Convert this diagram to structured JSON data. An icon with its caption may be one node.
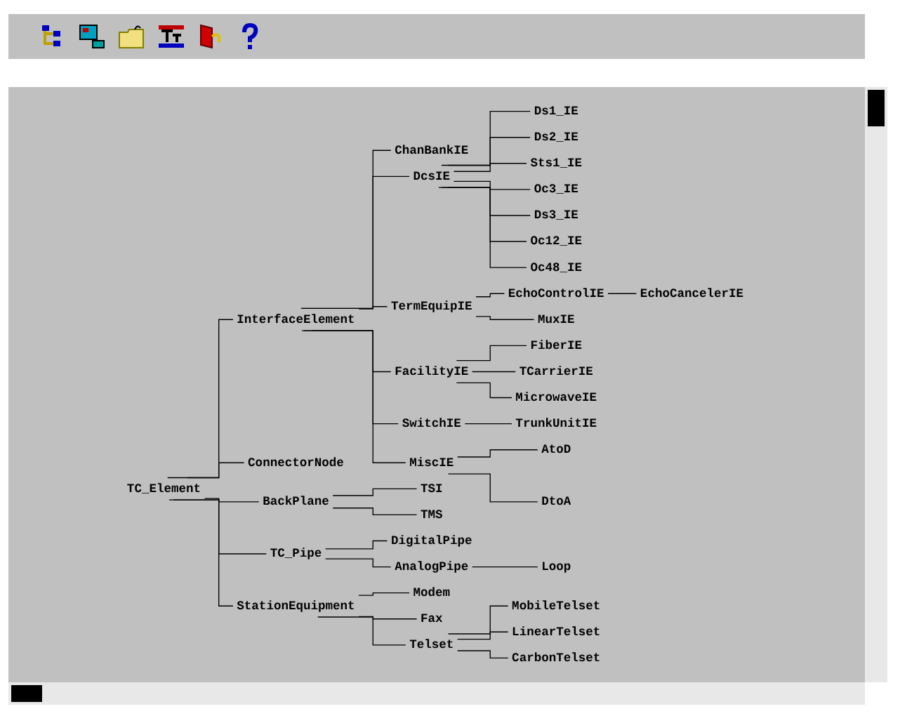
{
  "diagram": {
    "nodes": [
      {
        "text": [
          "TC_Element"
        ]
      },
      {
        "text": [
          "InterfaceElement"
        ]
      },
      {
        "text": [
          "ChanBankIE"
        ]
      },
      {
        "text": [
          "DcsIE"
        ]
      },
      {
        "text": [
          "Ds1_IE"
        ]
      },
      {
        "text": [
          "Ds2_IE"
        ]
      },
      {
        "text": [
          "Sts1_IE"
        ]
      },
      {
        "text": [
          "Oc3_IE"
        ]
      },
      {
        "text": [
          "Ds3_IE"
        ]
      },
      {
        "text": [
          "Oc12_IE"
        ]
      },
      {
        "text": [
          "Oc48_IE"
        ]
      },
      {
        "text": [
          "TermEquipIE"
        ]
      },
      {
        "text": [
          "EchoControlIE"
        ]
      },
      {
        "text": [
          "EchoCancelerIE"
        ]
      },
      {
        "text": [
          "MuxIE"
        ]
      },
      {
        "text": [
          "FacilityIE"
        ]
      },
      {
        "text": [
          "FiberIE"
        ]
      },
      {
        "text": [
          "TCarrierIE"
        ]
      },
      {
        "text": [
          "MicrowaveIE"
        ]
      },
      {
        "text": [
          "SwitchIE"
        ]
      },
      {
        "text": [
          "TrunkUnitIE"
        ]
      },
      {
        "text": [
          "MiscIE"
        ]
      },
      {
        "text": [
          "AtoD"
        ]
      },
      {
        "text": [
          "DtoA"
        ]
      },
      {
        "text": [
          "ConnectorNode"
        ]
      },
      {
        "text": [
          "BackPlane"
        ]
      },
      {
        "text": [
          "TSI"
        ]
      },
      {
        "text": [
          "TMS"
        ]
      },
      {
        "text": [
          "TC_Pipe"
        ]
      },
      {
        "text": [
          "DigitalPipe"
        ]
      },
      {
        "text": [
          "AnalogPipe"
        ]
      },
      {
        "text": [
          "Loop"
        ]
      },
      {
        "text": [
          "StationEquipment"
        ]
      },
      {
        "text": [
          "Modem"
        ]
      },
      {
        "text": [
          "Fax"
        ]
      },
      {
        "text": [
          "Telset"
        ]
      },
      {
        "text": [
          "MobileTelset"
        ]
      },
      {
        "text": [
          "LinearTelset"
        ]
      },
      {
        "text": [
          "CarbonTelset"
        ]
      }
    ],
    "edges": [
      {
        "from": 0,
        "to": 1,
        "arrow": "none"
      },
      {
        "from": 1,
        "to": 2,
        "arrow": "none"
      },
      {
        "from": 1,
        "to": 3,
        "arrow": "none"
      },
      {
        "from": 3,
        "to": 4,
        "arrow": "none"
      },
      {
        "from": 3,
        "to": 5,
        "arrow": "none"
      },
      {
        "from": 3,
        "to": 6,
        "arrow": "none"
      },
      {
        "from": 3,
        "to": 7,
        "arrow": "none"
      },
      {
        "from": 3,
        "to": 8,
        "arrow": "none"
      },
      {
        "from": 3,
        "to": 9,
        "arrow": "none"
      },
      {
        "from": 3,
        "to": 10,
        "arrow": "none"
      },
      {
        "from": 1,
        "to": 11,
        "arrow": "none"
      },
      {
        "from": 11,
        "to": 12,
        "arrow": "none"
      },
      {
        "from": 12,
        "to": 13,
        "arrow": "none"
      },
      {
        "from": 11,
        "to": 14,
        "arrow": "none"
      },
      {
        "from": 1,
        "to": 15,
        "arrow": "none"
      },
      {
        "from": 15,
        "to": 16,
        "arrow": "none"
      },
      {
        "from": 15,
        "to": 17,
        "arrow": "none"
      },
      {
        "from": 15,
        "to": 18,
        "arrow": "none"
      },
      {
        "from": 1,
        "to": 19,
        "arrow": "none"
      },
      {
        "from": 19,
        "to": 20,
        "arrow": "none"
      },
      {
        "from": 1,
        "to": 21,
        "arrow": "none"
      },
      {
        "from": 21,
        "to": 22,
        "arrow": "none"
      },
      {
        "from": 21,
        "to": 23,
        "arrow": "none"
      },
      {
        "from": 0,
        "to": 24,
        "arrow": "none"
      },
      {
        "from": 0,
        "to": 25,
        "arrow": "none"
      },
      {
        "from": 25,
        "to": 26,
        "arrow": "none"
      },
      {
        "from": 25,
        "to": 27,
        "arrow": "none"
      },
      {
        "from": 0,
        "to": 28,
        "arrow": "none"
      },
      {
        "from": 28,
        "to": 29,
        "arrow": "none"
      },
      {
        "from": 28,
        "to": 30,
        "arrow": "none"
      },
      {
        "from": 30,
        "to": 31,
        "arrow": "none"
      },
      {
        "from": 0,
        "to": 32,
        "arrow": "none"
      },
      {
        "from": 32,
        "to": 33,
        "arrow": "none"
      },
      {
        "from": 32,
        "to": 34,
        "arrow": "none"
      },
      {
        "from": 32,
        "to": 35,
        "arrow": "none"
      },
      {
        "from": 35,
        "to": 36,
        "arrow": "none"
      },
      {
        "from": 35,
        "to": 37,
        "arrow": "none"
      },
      {
        "from": 35,
        "to": 38,
        "arrow": "none"
      }
    ]
  }
}
